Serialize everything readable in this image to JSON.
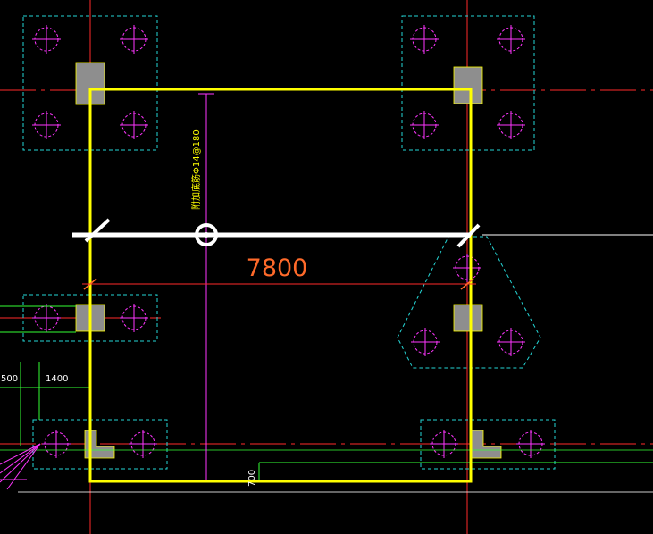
{
  "app": {
    "type": "cad-viewport"
  },
  "colors": {
    "background": "#000000",
    "axis_red": "#ff2a2a",
    "pile_cyan": "#25d6d6",
    "pile_magenta": "#ff36ff",
    "raft_yellow": "#ffff00",
    "rebar_white": "#ffffff",
    "dimension_green": "#35ff35",
    "column_gray": "#8e8e8e",
    "dimension_text_orange": "#ff6a2a"
  },
  "annotations": {
    "main_dimension": "7800",
    "rebar_note": "附加底筋Φ14@180",
    "dim_left_outer": "500",
    "dim_left_inner": "1400",
    "dim_bottom_vertical": "700"
  },
  "legend": {
    "items": []
  }
}
